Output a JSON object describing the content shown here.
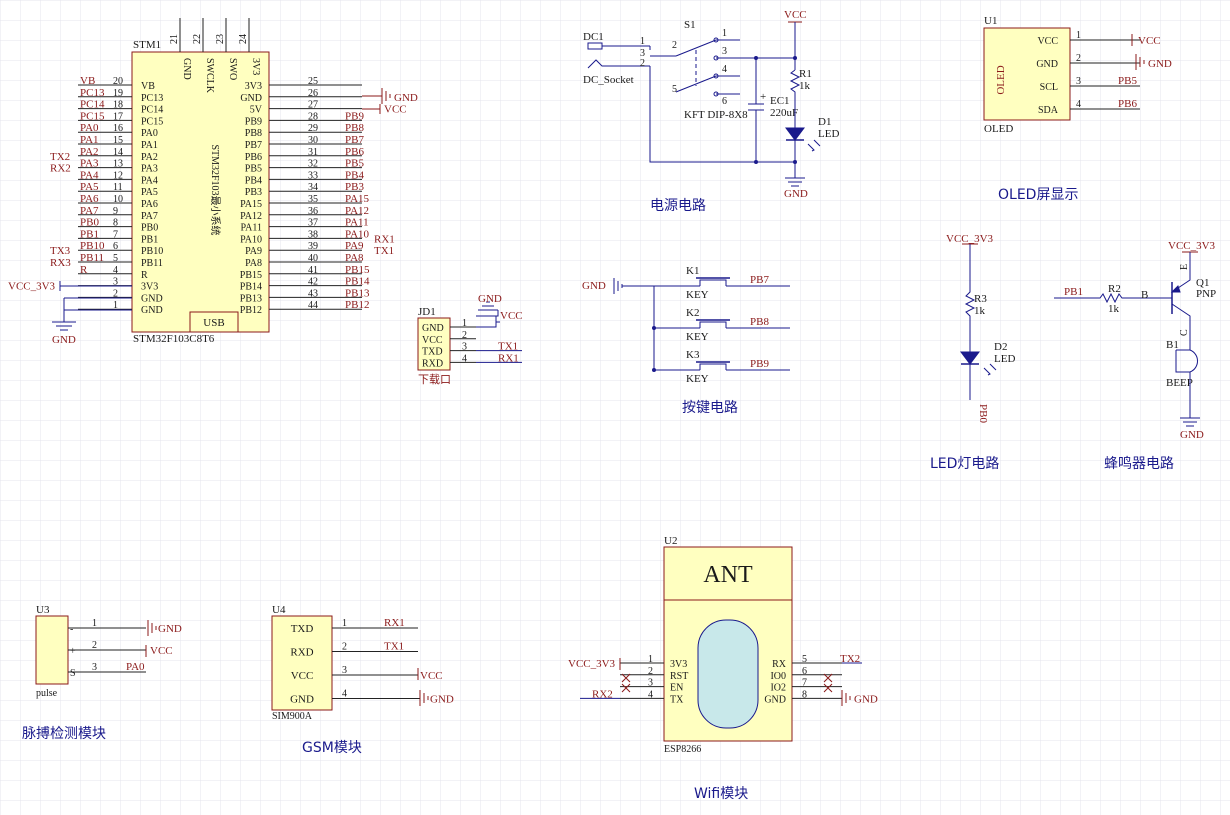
{
  "stm": {
    "ref": "STM1",
    "name": "STM32F103C8T6",
    "body_text": "STM32F103最小系统",
    "usb": "USB",
    "top": [
      {
        "n": "21",
        "p": "GND"
      },
      {
        "n": "22",
        "p": "SWCLK"
      },
      {
        "n": "23",
        "p": "SWO"
      },
      {
        "n": "24",
        "p": "3V3"
      }
    ],
    "left": [
      {
        "n": "20",
        "p": "VB",
        "net": "VB"
      },
      {
        "n": "19",
        "p": "PC13",
        "net": "PC13"
      },
      {
        "n": "18",
        "p": "PC14",
        "net": "PC14"
      },
      {
        "n": "17",
        "p": "PC15",
        "net": "PC15"
      },
      {
        "n": "16",
        "p": "PA0",
        "net": "PA0"
      },
      {
        "n": "15",
        "p": "PA1",
        "net": "PA1"
      },
      {
        "n": "14",
        "p": "PA2",
        "net": "PA2",
        "ext": "TX2"
      },
      {
        "n": "13",
        "p": "PA3",
        "net": "PA3",
        "ext": "RX2"
      },
      {
        "n": "12",
        "p": "PA4",
        "net": "PA4"
      },
      {
        "n": "11",
        "p": "PA5",
        "net": "PA5"
      },
      {
        "n": "10",
        "p": "PA6",
        "net": "PA6"
      },
      {
        "n": "9",
        "p": "PA7",
        "net": "PA7"
      },
      {
        "n": "8",
        "p": "PB0",
        "net": "PB0"
      },
      {
        "n": "7",
        "p": "PB1",
        "net": "PB1"
      },
      {
        "n": "6",
        "p": "PB10",
        "net": "PB10",
        "ext": "TX3"
      },
      {
        "n": "5",
        "p": "PB11",
        "net": "PB11",
        "ext": "RX3"
      },
      {
        "n": "4",
        "p": "R",
        "net": "R"
      },
      {
        "n": "3",
        "p": "3V3",
        "net": "VCC_3V3"
      },
      {
        "n": "2",
        "p": "GND",
        "net": ""
      },
      {
        "n": "1",
        "p": "GND",
        "net": ""
      }
    ],
    "right": [
      {
        "n": "25",
        "p": "3V3",
        "net": ""
      },
      {
        "n": "26",
        "p": "GND",
        "net": "GND"
      },
      {
        "n": "27",
        "p": "5V",
        "net": "VCC"
      },
      {
        "n": "28",
        "p": "PB9",
        "net": "PB9"
      },
      {
        "n": "29",
        "p": "PB8",
        "net": "PB8"
      },
      {
        "n": "30",
        "p": "PB7",
        "net": "PB7"
      },
      {
        "n": "31",
        "p": "PB6",
        "net": "PB6"
      },
      {
        "n": "32",
        "p": "PB5",
        "net": "PB5"
      },
      {
        "n": "33",
        "p": "PB4",
        "net": "PB4"
      },
      {
        "n": "34",
        "p": "PB3",
        "net": "PB3"
      },
      {
        "n": "35",
        "p": "PA15",
        "net": "PA15"
      },
      {
        "n": "36",
        "p": "PA12",
        "net": "PA12"
      },
      {
        "n": "37",
        "p": "PA11",
        "net": "PA11"
      },
      {
        "n": "38",
        "p": "PA10",
        "net": "PA10",
        "ext": "RX1"
      },
      {
        "n": "39",
        "p": "PA9",
        "net": "PA9",
        "ext": "TX1"
      },
      {
        "n": "40",
        "p": "PA8",
        "net": "PA8"
      },
      {
        "n": "41",
        "p": "PB15",
        "net": "PB15"
      },
      {
        "n": "42",
        "p": "PB14",
        "net": "PB14"
      },
      {
        "n": "43",
        "p": "PB13",
        "net": "PB13"
      },
      {
        "n": "44",
        "p": "PB12",
        "net": "PB12"
      }
    ],
    "gnd": "GND"
  },
  "jd1": {
    "ref": "JD1",
    "caption": "下载口",
    "pins": [
      {
        "n": "1",
        "p": "GND",
        "net": ""
      },
      {
        "n": "2",
        "p": "VCC",
        "net": ""
      },
      {
        "n": "3",
        "p": "TXD",
        "net": "TX1"
      },
      {
        "n": "4",
        "p": "RXD",
        "net": "RX1"
      }
    ],
    "gnd": "GND",
    "vcc": "VCC"
  },
  "power": {
    "dc": "DC1",
    "dc_name": "DC_Socket",
    "s1": "S1",
    "s1_name": "KFT DIP-8X8",
    "dc_pins": [
      "1",
      "3",
      "2"
    ],
    "s1_pins": [
      "2",
      "1",
      "3",
      "5",
      "4",
      "6"
    ],
    "vcc": "VCC",
    "r1": "R1",
    "r1_val": "1k",
    "ec1": "EC1",
    "ec1_val": "220uF",
    "ec1_pol": "+",
    "d1": "D1",
    "d1_name": "LED",
    "gnd": "GND",
    "caption": "电源电路"
  },
  "keys": {
    "gnd": "GND",
    "items": [
      {
        "ref": "K1",
        "name": "KEY",
        "net": "PB7"
      },
      {
        "ref": "K2",
        "name": "KEY",
        "net": "PB8"
      },
      {
        "ref": "K3",
        "name": "KEY",
        "net": "PB9"
      }
    ],
    "caption": "按键电路"
  },
  "oled": {
    "ref": "U1",
    "name": "OLED",
    "body": "OLED",
    "pins": [
      {
        "n": "1",
        "p": "VCC",
        "net": "VCC"
      },
      {
        "n": "2",
        "p": "GND",
        "net": "GND"
      },
      {
        "n": "3",
        "p": "SCL",
        "net": "PB5"
      },
      {
        "n": "4",
        "p": "SDA",
        "net": "PB6"
      }
    ],
    "caption": "OLED屏显示"
  },
  "led": {
    "vcc": "VCC_3V3",
    "r": "R3",
    "r_val": "1k",
    "d": "D2",
    "d_name": "LED",
    "net": "PB0",
    "caption": "LED灯电路"
  },
  "buzzer": {
    "vcc": "VCC_3V3",
    "q": "Q1",
    "q_type": "PNP",
    "r": "R2",
    "r_val": "1k",
    "net": "PB1",
    "b": "B",
    "e": "E",
    "c": "C",
    "bz": "B1",
    "bz_name": "BEEP",
    "gnd": "GND",
    "caption": "蜂鸣器电路"
  },
  "pulse": {
    "ref": "U3",
    "name": "pulse",
    "pins": [
      {
        "n": "1",
        "p": "-",
        "net": "GND"
      },
      {
        "n": "2",
        "p": "+",
        "net": "VCC"
      },
      {
        "n": "3",
        "p": "S",
        "net": "PA0"
      }
    ],
    "caption": "脉搏检测模块"
  },
  "gsm": {
    "ref": "U4",
    "name": "SIM900A",
    "pins": [
      {
        "n": "1",
        "p": "TXD",
        "net": "RX1"
      },
      {
        "n": "2",
        "p": "RXD",
        "net": "TX1"
      },
      {
        "n": "3",
        "p": "VCC",
        "net": "VCC"
      },
      {
        "n": "4",
        "p": "GND",
        "net": "GND"
      }
    ],
    "caption": "GSM模块"
  },
  "wifi": {
    "ref": "U2",
    "name": "ESP8266",
    "ant": "ANT",
    "left": [
      {
        "n": "1",
        "p": "3V3",
        "net": "VCC_3V3"
      },
      {
        "n": "2",
        "p": "RST",
        "net": ""
      },
      {
        "n": "3",
        "p": "EN",
        "net": ""
      },
      {
        "n": "4",
        "p": "TX",
        "net": "RX2"
      }
    ],
    "right": [
      {
        "n": "5",
        "p": "RX",
        "net": "TX2"
      },
      {
        "n": "6",
        "p": "IO0",
        "net": ""
      },
      {
        "n": "7",
        "p": "IO2",
        "net": ""
      },
      {
        "n": "8",
        "p": "GND",
        "net": "GND"
      }
    ],
    "caption": "Wifi模块"
  },
  "colors": {
    "grid": "#e4e4ee",
    "wire": "#1a1a8c",
    "net": "#8b1a1a",
    "body": "#ffffc0",
    "ant_window": "#c8e8ea"
  }
}
